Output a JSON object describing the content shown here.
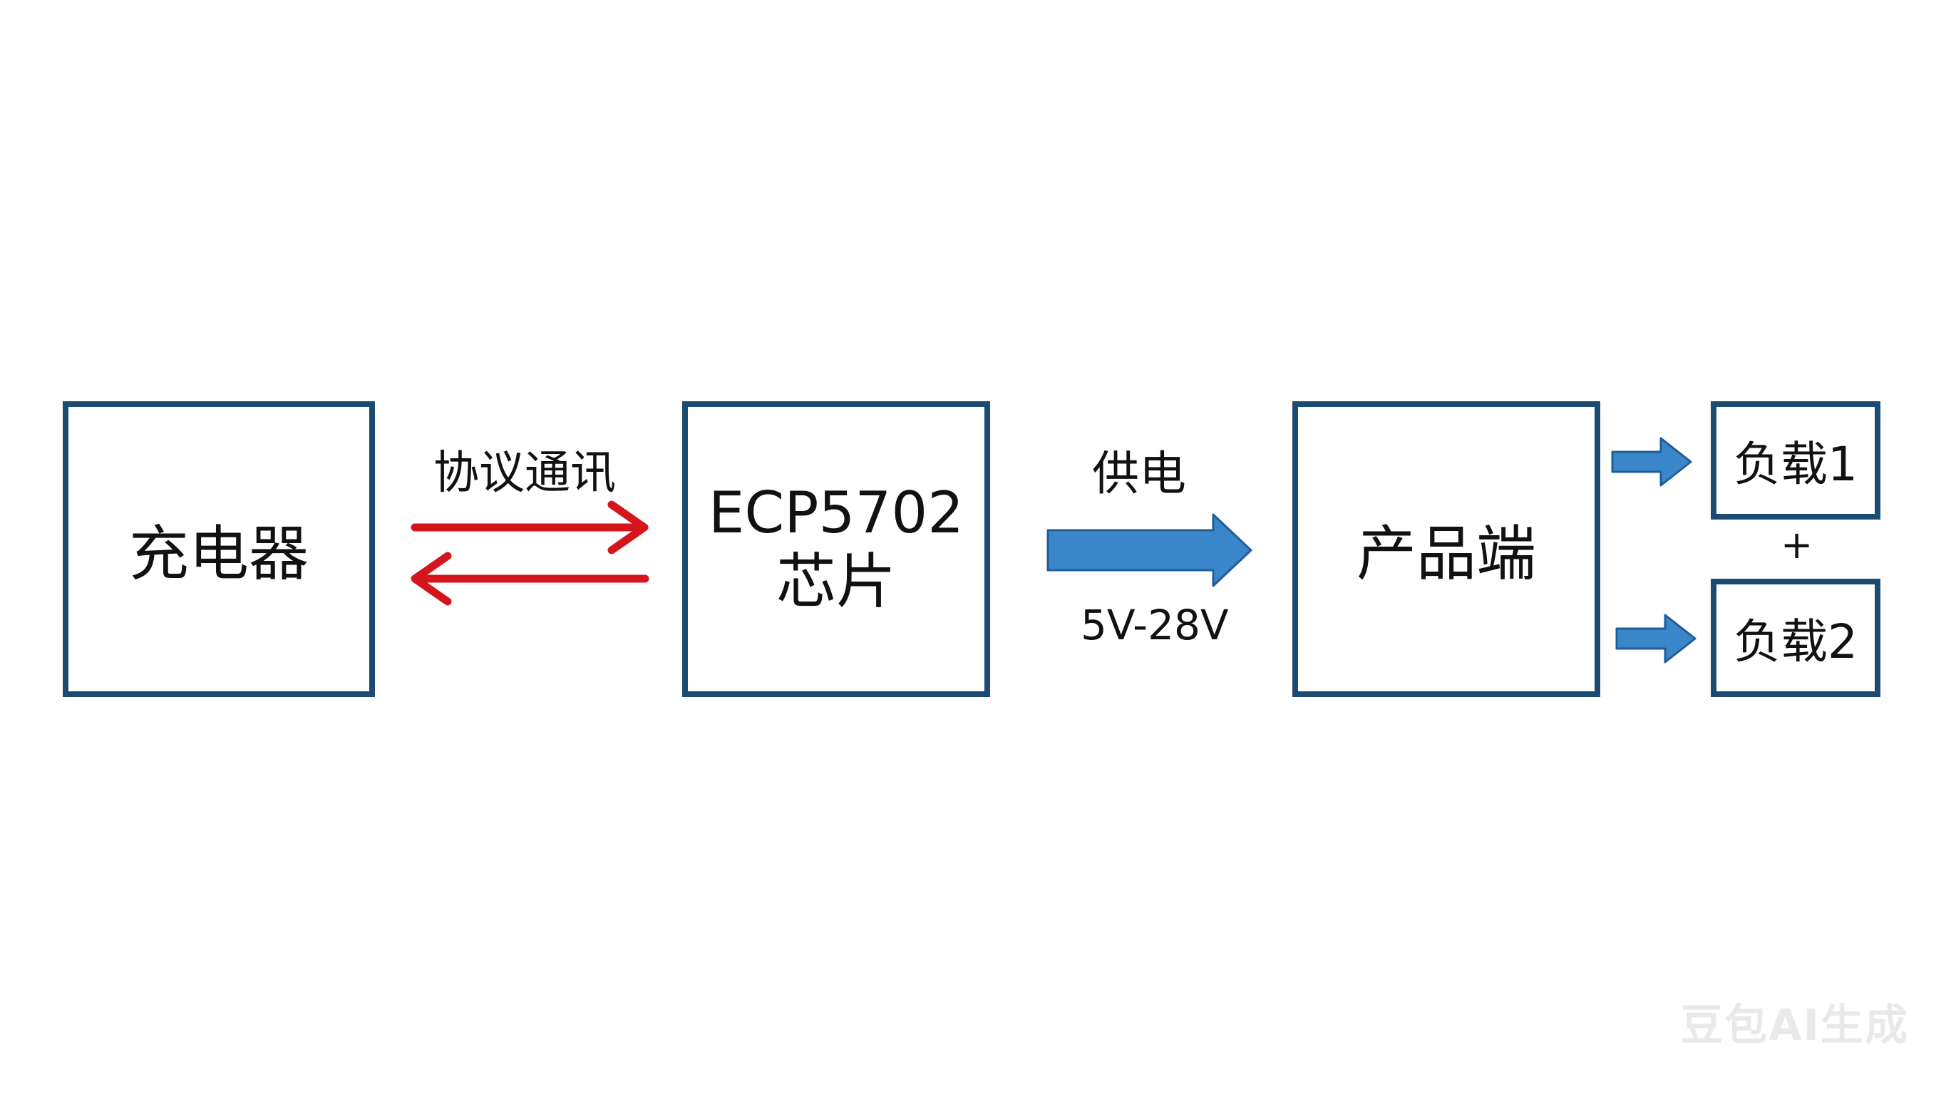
{
  "nodes": {
    "charger": "充电器",
    "chip_line1": "ECP5702",
    "chip_line2": "芯片",
    "product": "产品端",
    "load1": "负载1",
    "load2": "负载2"
  },
  "edges": {
    "protocol": "协议通讯",
    "power": "供电",
    "voltage": "5V-28V",
    "plus": "+"
  },
  "colors": {
    "box_border": "#1b4a72",
    "protocol_arrow": "#d4161c",
    "power_arrow": "#3a86c8"
  },
  "watermark": "豆包AI生成"
}
